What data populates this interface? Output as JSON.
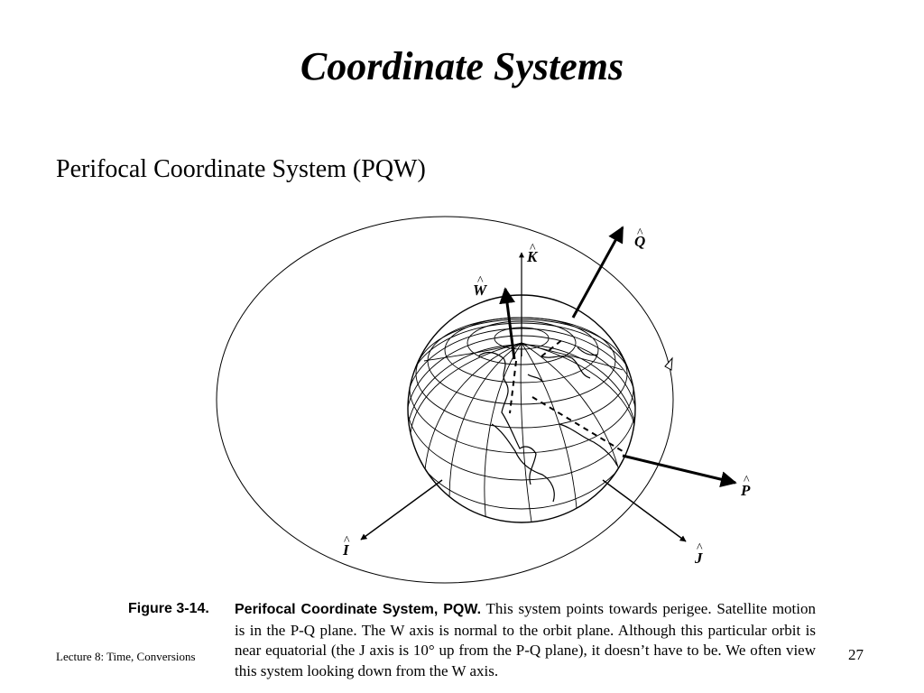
{
  "slide": {
    "title": "Coordinate Systems",
    "subtitle": "Perifocal Coordinate System (PQW)",
    "footer_left": "Lecture 8: Time, Conversions",
    "page_number": "27"
  },
  "figure": {
    "axes": {
      "Q": "Q",
      "K": "K",
      "W": "W",
      "P": "P",
      "I": "I",
      "J": "J"
    },
    "hat": "^"
  },
  "caption": {
    "label": "Figure 3-14.",
    "heading": "Perifocal Coordinate System, PQW.",
    "text": "This system points towards perigee. Satellite motion is in the P-Q plane. The W axis is normal to the orbit plane. Although this particular orbit is near equatorial (the J axis is 10° up from the P-Q plane), it doesn’t have to be. We often view this system looking down from the W axis."
  }
}
